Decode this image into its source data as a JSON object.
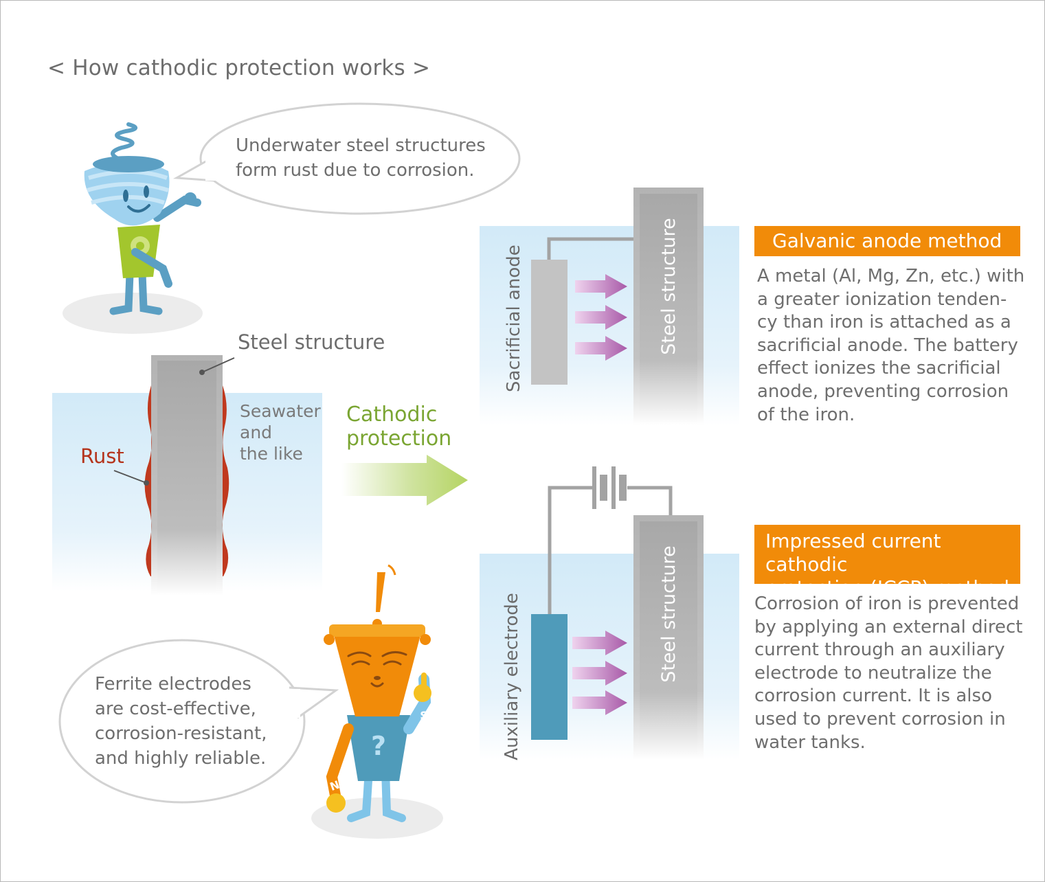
{
  "title": "< How cathodic protection works >",
  "bubbles": {
    "top": "Underwater steel structures\nform rust due to corrosion.",
    "bottom": "Ferrite electrodes\nare cost-effective,\ncorrosion-resistant,\nand highly reliable."
  },
  "left_diagram": {
    "steel_label": "Steel structure",
    "seawater_label": "Seawater\nand\nthe like",
    "rust_label": "Rust",
    "arrow_label": "Cathodic\nprotection"
  },
  "galvanic": {
    "title": "Galvanic anode method",
    "description": "A metal (Al, Mg, Zn, etc.) with a greater ionization tenden-cy than iron is attached as a sacrificial anode. The battery effect ionizes the sacrificial anode, preventing corrosion of the iron.",
    "anode_label": "Sacrificial anode",
    "structure_label": "Steel structure"
  },
  "iccp": {
    "title": "Impressed current cathodic\nprotection (ICCP) method",
    "description": "Corrosion of iron is prevented by applying an external direct current through an auxiliary electrode to neutralize the corrosion current. It is also used to prevent corrosion in water tanks.",
    "electrode_label": "Auxiliary electrode",
    "structure_label": "Steel structure"
  },
  "characters": {
    "screw_mascot": "screw-character-icon",
    "magnet_mascot": "magnet-character-icon",
    "magnet_poles": {
      "north": "N",
      "south": "S"
    }
  },
  "colors": {
    "accent_orange": "#f18b09",
    "rust_red": "#b5341c",
    "protection_green": "#8fbf3c",
    "current_arrow_purple": "#a55ca8",
    "electrode_teal": "#4f9bba",
    "water_blue": "#d4ebf8",
    "steel_gray": "#b0b0b0"
  }
}
